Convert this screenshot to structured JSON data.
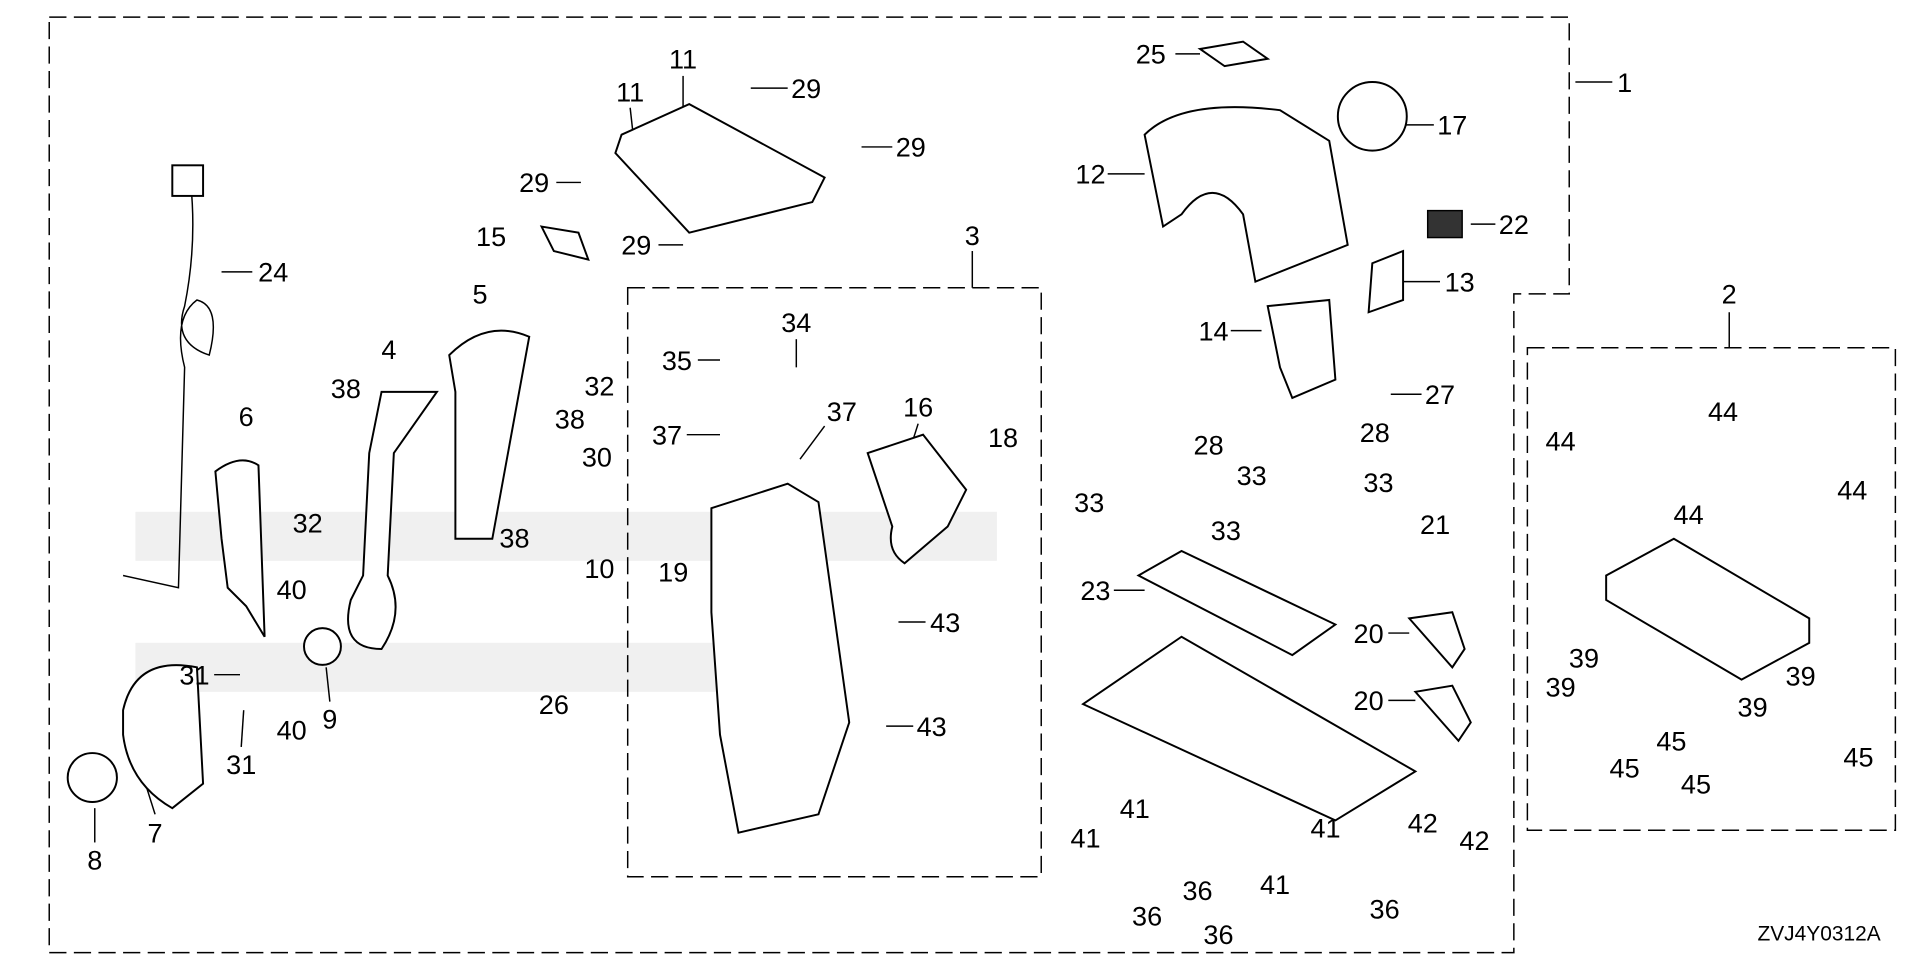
{
  "diagram": {
    "type": "exploded parts diagram",
    "reference_code": "ZVJ4Y0312A",
    "callout_labels": [
      "1",
      "2",
      "3",
      "4",
      "5",
      "6",
      "7",
      "8",
      "9",
      "10",
      "11",
      "11",
      "12",
      "13",
      "14",
      "15",
      "16",
      "17",
      "18",
      "19",
      "20",
      "20",
      "21",
      "22",
      "23",
      "24",
      "25",
      "26",
      "27",
      "28",
      "28",
      "29",
      "29",
      "29",
      "29",
      "30",
      "31",
      "31",
      "32",
      "32",
      "33",
      "33",
      "33",
      "33",
      "34",
      "35",
      "36",
      "36",
      "36",
      "36",
      "37",
      "37",
      "38",
      "38",
      "38",
      "39",
      "39",
      "39",
      "39",
      "40",
      "40",
      "41",
      "41",
      "41",
      "41",
      "42",
      "42",
      "43",
      "43",
      "44",
      "44",
      "44",
      "44",
      "45",
      "45",
      "45",
      "45"
    ],
    "line_color": "#000000",
    "background": "#ffffff"
  }
}
